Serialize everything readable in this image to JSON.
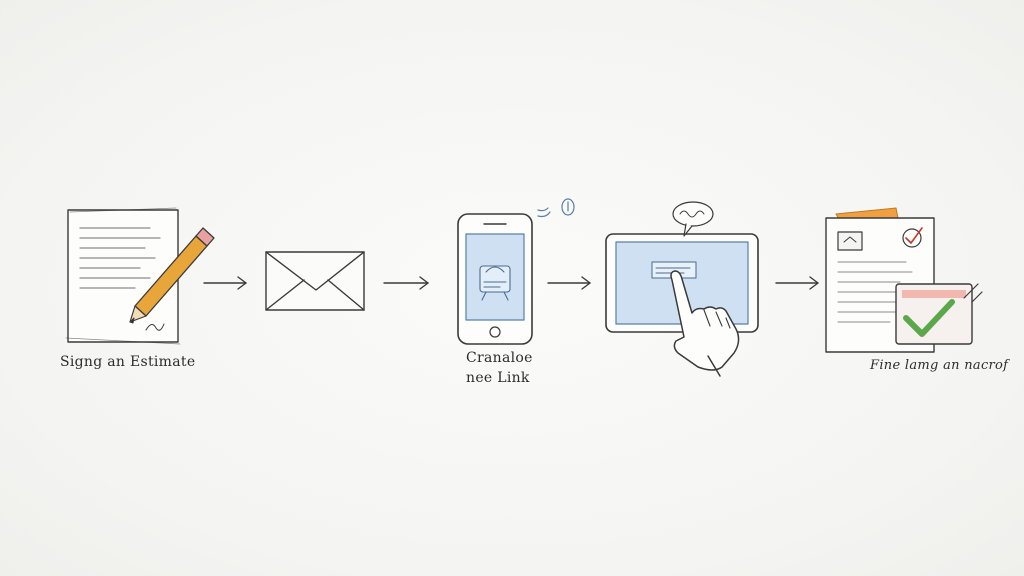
{
  "steps": [
    {
      "id": "sign",
      "label": "Signg an Estimate"
    },
    {
      "id": "email",
      "label": ""
    },
    {
      "id": "phone",
      "label_line1": "Cranaloe",
      "label_line2": "nee Link"
    },
    {
      "id": "tablet",
      "label": ""
    },
    {
      "id": "approve",
      "label": "Fine lamg an nacrof"
    }
  ],
  "icons": [
    "document-pencil-icon",
    "envelope-icon",
    "smartphone-icon",
    "tablet-touch-icon",
    "approved-documents-icon"
  ],
  "colors": {
    "pencil": "#e8a63a",
    "screen_blue": "#cfe0f2",
    "check_green": "#5aa84a",
    "folder_orange": "#f0a040",
    "ink": "#3a3a3a"
  }
}
